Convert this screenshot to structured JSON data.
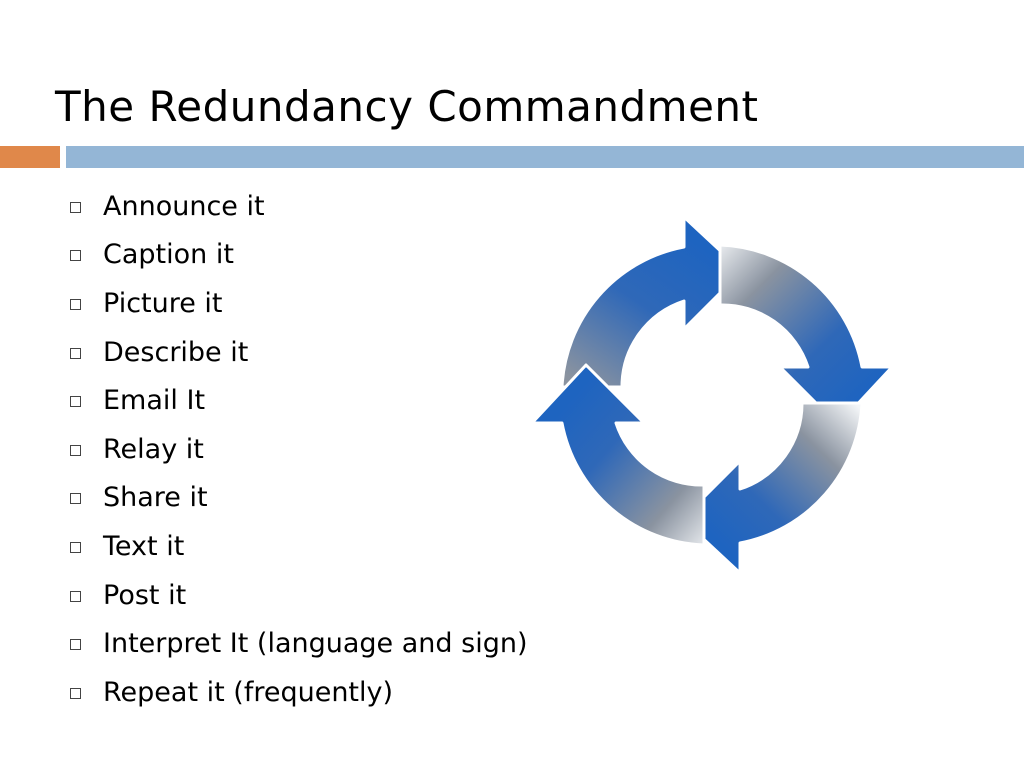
{
  "slide": {
    "title": "The Redundancy Commandment",
    "items": [
      "Announce it",
      "Caption it",
      "Picture it",
      "Describe it",
      "Email It",
      "Relay it",
      "Share it",
      "Text it",
      "Post it",
      "Interpret It (language and sign)",
      "Repeat it (frequently)"
    ],
    "colors": {
      "accent_orange": "#e0884a",
      "accent_blue": "#94b6d6",
      "arrow_blue": "#1e64c0",
      "arrow_gray": "#8a93a0"
    },
    "graphic": "circular-cycle-arrows-icon"
  }
}
